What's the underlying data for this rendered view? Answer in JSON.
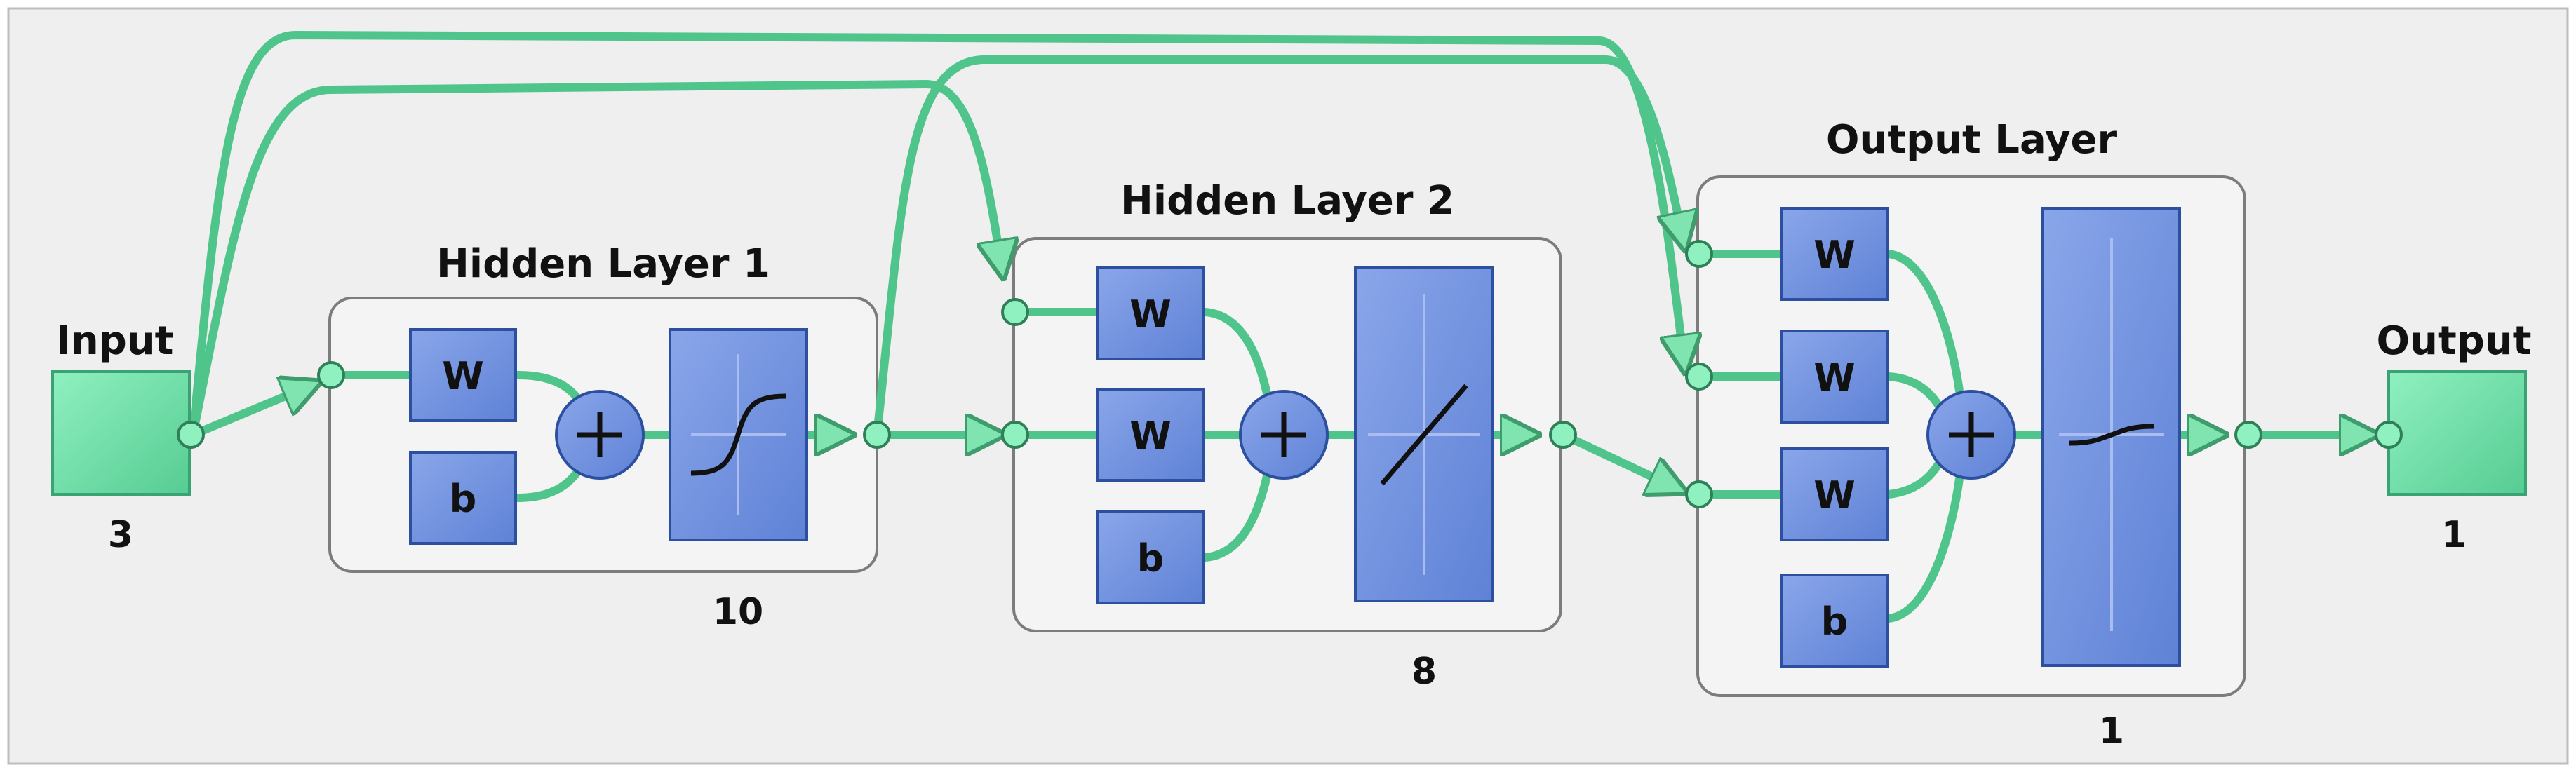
{
  "input": {
    "label": "Input",
    "size": "3"
  },
  "output": {
    "label": "Output",
    "size": "1"
  },
  "layers": [
    {
      "title": "Hidden Layer 1",
      "size": "10",
      "weights": [
        "W"
      ],
      "bias": "b",
      "transfer_icon": "sigmoid-icon"
    },
    {
      "title": "Hidden Layer 2",
      "size": "8",
      "weights": [
        "W",
        "W"
      ],
      "bias": "b",
      "transfer_icon": "linear-icon"
    },
    {
      "title": "Output Layer",
      "size": "1",
      "weights": [
        "W",
        "W",
        "W"
      ],
      "bias": "b",
      "transfer_icon": "saturating-linear-icon"
    }
  ],
  "colors": {
    "background": "#efefef",
    "node_green": "#6fe0a6",
    "line_green": "#5fd39a",
    "block_blue": "#6d8fdd",
    "sum_blue": "#5a7fd6",
    "layer_box": "#f4f4f4"
  }
}
